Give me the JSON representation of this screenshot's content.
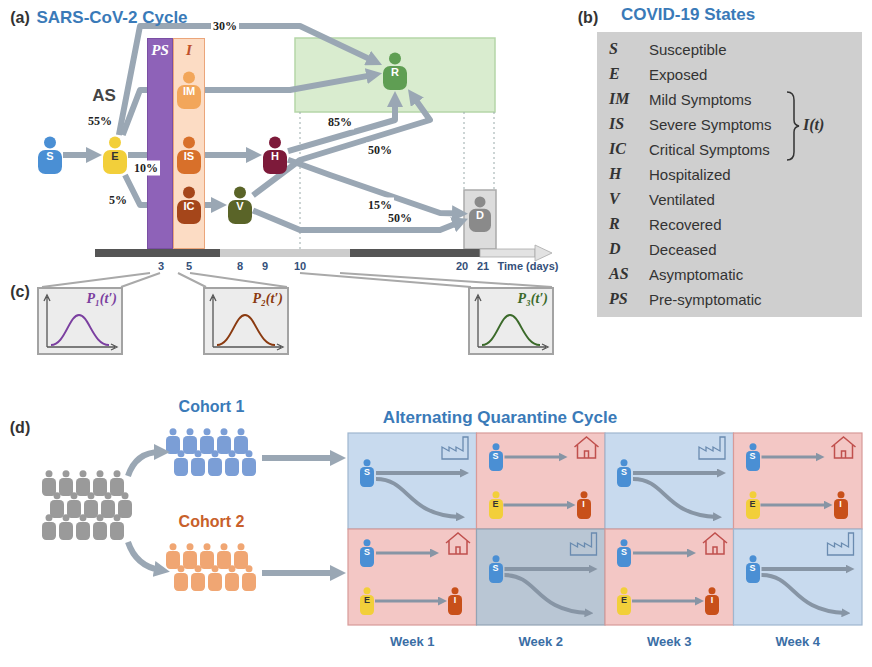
{
  "diagram": {
    "nodes": [
      {
        "text": [
          "S"
        ]
      },
      {
        "text": [
          "E"
        ]
      },
      {
        "text": [
          "PS"
        ]
      },
      {
        "text": [
          "I"
        ]
      },
      {
        "text": [
          "IM"
        ],
        "in": 3
      },
      {
        "text": [
          "IS"
        ],
        "in": 3
      },
      {
        "text": [
          "IC"
        ],
        "in": 3
      },
      {
        "text": [
          "H"
        ]
      },
      {
        "text": [
          "V"
        ]
      },
      {
        "text": [
          "R"
        ]
      },
      {
        "text": [
          "D"
        ]
      },
      {
        "text": [
          "COVID-19 States",
          "S",
          "Susceptible",
          "E",
          "Exposed",
          "IM",
          "Mild Symptoms",
          "IS",
          "Severe Symptoms",
          "IC",
          "Critical Symptoms",
          "H",
          "Hospitalized",
          "V",
          "Ventilated",
          "R",
          "Recovered",
          "D",
          "Deceased",
          "AS",
          "Asymptomatic",
          "PS",
          "Pre-symptomatic",
          "I(t)"
        ]
      },
      {
        "text": [
          "P₁(t′)"
        ]
      },
      {
        "text": [
          "P₂(t′)"
        ]
      },
      {
        "text": [
          "P₃(t′)"
        ]
      },
      {
        "text": [
          "Cohort 1"
        ]
      },
      {
        "text": [
          "Cohort 2"
        ]
      },
      {
        "text": [
          "S"
        ]
      },
      {
        "text": [
          "S"
        ]
      },
      {
        "text": [
          "E"
        ]
      },
      {
        "text": [
          "I"
        ]
      },
      {
        "text": [
          "S"
        ]
      },
      {
        "text": [
          "S"
        ]
      },
      {
        "text": [
          "E"
        ]
      },
      {
        "text": [
          "I"
        ]
      },
      {
        "text": [
          "S"
        ]
      },
      {
        "text": [
          "E"
        ]
      },
      {
        "text": [
          "I"
        ]
      },
      {
        "text": [
          "S"
        ]
      },
      {
        "text": [
          "S"
        ]
      },
      {
        "text": [
          "E"
        ]
      },
      {
        "text": [
          "I"
        ]
      },
      {
        "text": [
          "S"
        ]
      }
    ],
    "edges": [
      {
        "from": 0,
        "to": 1,
        "arrow": "to"
      },
      {
        "from": 1,
        "to": 9,
        "label": "30%",
        "arrow": "to"
      },
      {
        "from": 1,
        "to": 4,
        "label": "55%",
        "arrow": "to"
      },
      {
        "from": 1,
        "to": 5,
        "label": "10%",
        "arrow": "to"
      },
      {
        "from": 1,
        "to": 6,
        "label": "5%",
        "arrow": "to"
      },
      {
        "from": 4,
        "to": 9,
        "arrow": "to"
      },
      {
        "from": 5,
        "to": 7,
        "arrow": "to"
      },
      {
        "from": 7,
        "to": 9,
        "label": "85%",
        "arrow": "to"
      },
      {
        "from": 7,
        "to": 10,
        "label": "15%",
        "arrow": "to"
      },
      {
        "from": 6,
        "to": 8,
        "arrow": "to"
      },
      {
        "from": 8,
        "to": 9,
        "label": "50%",
        "arrow": "to"
      },
      {
        "from": 8,
        "to": 10,
        "label": "50%",
        "arrow": "to"
      },
      {
        "from": 19,
        "to": 20,
        "arrow": "to"
      },
      {
        "from": 23,
        "to": 24,
        "arrow": "to"
      },
      {
        "from": 26,
        "to": 27,
        "arrow": "to"
      },
      {
        "from": 30,
        "to": 31,
        "arrow": "to"
      }
    ],
    "labels": [
      "(a)",
      "SARS-CoV-2 Cycle",
      "AS",
      "3",
      "5",
      "8",
      "9",
      "10",
      "20",
      "21",
      "Time (days)",
      "(c)",
      "(b)",
      "(d)",
      "Alternating Quarantine Cycle",
      "Week 1",
      "Week 2",
      "Week 3",
      "Week 4"
    ]
  }
}
